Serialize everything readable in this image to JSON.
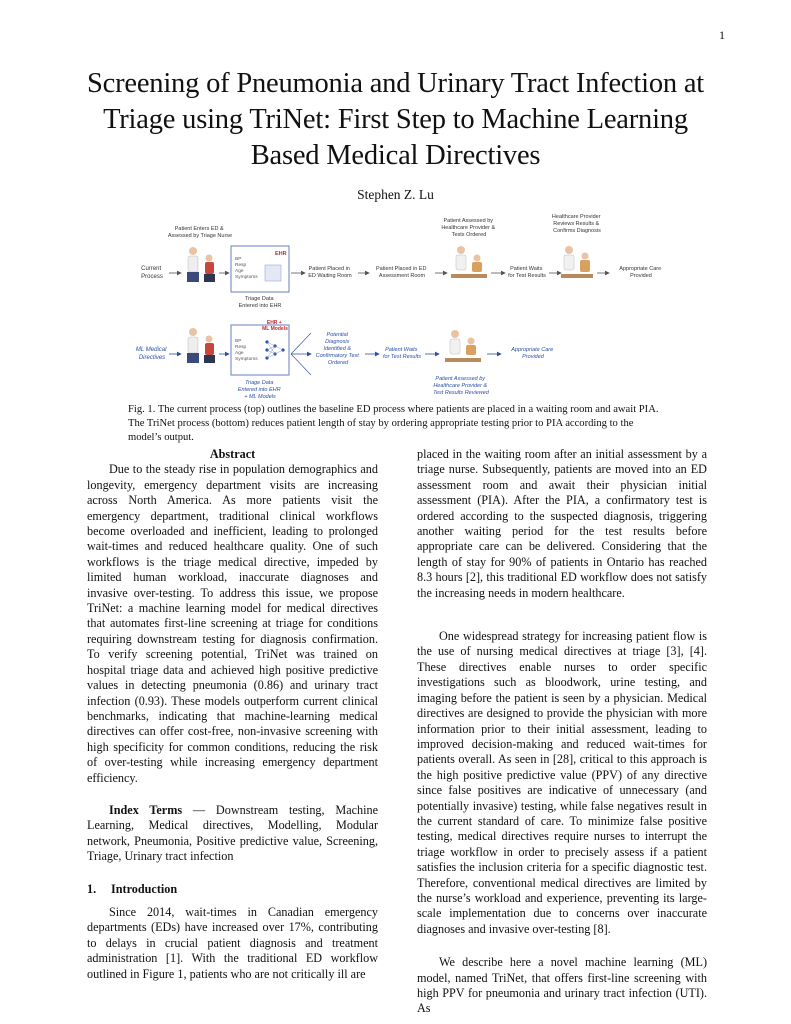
{
  "page_number": "1",
  "title": "Screening of Pneumonia and Urinary Tract Infection at Triage using TriNet: First Step to Machine Learning Based Medical Directives",
  "author": "Stephen Z. Lu",
  "figure": {
    "top": {
      "row_label": [
        "Current",
        "Process"
      ],
      "enter_label": [
        "Patient Enters ED &",
        "Assessed by Triage Nurse"
      ],
      "ehr_tag": "EHR",
      "vitals": [
        "BP",
        "Resp",
        "Age",
        "Symptoms"
      ],
      "triage_label": [
        "Triage Data",
        "Entered into EHR"
      ],
      "waiting_room": [
        "Patient Placed in",
        "ED Waiting Room"
      ],
      "assessment_room": [
        "Patient Placed in ED",
        "Assessment Room"
      ],
      "assessed_label": [
        "Patient Assessed by",
        "Healthcare Provider &",
        "Tests Ordered"
      ],
      "waits": [
        "Patient Waits",
        "for Test Results"
      ],
      "reviews_label": [
        "Healthcare Provider",
        "Reviews Results &",
        "Confirms Diagnosis"
      ],
      "care": [
        "Appropriate Care",
        "Provided"
      ]
    },
    "bottom": {
      "row_label": [
        "ML Medical",
        "Directives"
      ],
      "ehr_tag": [
        "EHR +",
        "ML Models"
      ],
      "vitals": [
        "BP",
        "Resp",
        "Age",
        "Symptoms"
      ],
      "triage_label": [
        "Triage Data",
        "Entered into EHR",
        "+ ML Models"
      ],
      "potential": [
        "Potential",
        "Diagnosis",
        "Identified &",
        "Confirmatory Test",
        "Ordered"
      ],
      "waits": [
        "Patient Waits",
        "for Test Results"
      ],
      "assessed_label": [
        "Patient Assessed by",
        "Healthcare Provider &",
        "Test Results Reviewed"
      ],
      "care": [
        "Appropriate Care",
        "Provided"
      ]
    },
    "colors": {
      "blue_text": "#2b4fa8",
      "red_tag": "#c0282f",
      "arrow": "#555555"
    }
  },
  "caption": "Fig. 1. The current process (top) outlines the baseline ED process where patients are placed in a waiting room and await PIA. The TriNet process (bottom) reduces patient length of stay by ordering appropriate testing prior to PIA according to the model’s output.",
  "abstract": {
    "heading": "Abstract",
    "text": "Due to the steady rise in population demographics and longevity, emergency department visits are increasing across North America. As more patients visit the emergency department, traditional clinical workflows become overloaded and inefficient, leading to prolonged wait-times and reduced healthcare quality. One of such workflows is the triage medical directive, impeded by limited human workload, inaccurate diagnoses and invasive over-testing. To address this issue, we propose TriNet: a machine learning model for medical directives that automates first-line screening at triage for conditions requiring downstream testing for diagnosis confirmation. To verify screening potential, TriNet was trained on hospital triage data and achieved high positive predictive values in detecting pneumonia (0.86) and urinary tract infection (0.93). These models outperform current clinical benchmarks, indicating that machine-learning medical directives can offer cost-free, non-invasive screening with high specificity for common conditions, reducing the risk of over-testing while increasing emergency department efficiency."
  },
  "index_terms": {
    "label": "Index Terms",
    "text": " — Downstream testing, Machine Learning, Medical directives, Modelling, Modular network, Pneumonia, Positive predictive value, Screening, Triage, Urinary tract infection"
  },
  "introduction": {
    "number": "1.",
    "heading": "Introduction",
    "p1": "Since 2014, wait-times in Canadian emergency departments (EDs) have increased over 17%, contributing to delays in crucial patient diagnosis and treatment administration [1]. With the traditional ED workflow outlined in Figure 1, patients who are not critically ill are"
  },
  "right_column": {
    "p1": "placed in the waiting room after an initial assessment by a triage nurse. Subsequently, patients are moved into an ED assessment room and await their physician initial assessment (PIA). After the PIA, a confirmatory test is ordered according to the suspected diagnosis, triggering another waiting period for the test results before appropriate care can be delivered. Considering that the length of stay for 90% of patients in Ontario has reached 8.3 hours [2], this traditional ED workflow does not satisfy the increasing needs in modern healthcare.",
    "p2": "One widespread strategy for increasing patient flow is the use of nursing medical directives at triage [3], [4]. These directives enable nurses to order specific investigations such as bloodwork, urine testing, and imaging before the patient is seen by a physician. Medical directives are designed to provide the physician with more information prior to their initial assessment, leading to improved decision-making and reduced wait-times for patients overall. As seen in [28], critical to this approach is the high positive predictive value (PPV) of any directive since false positives are indicative of unnecessary (and potentially invasive) testing, while false negatives result in the current standard of care. To minimize false positive testing, medical directives require nurses to interrupt the triage workflow in order to precisely assess if a patient satisfies the inclusion criteria for a specific diagnostic test. Therefore, conventional medical directives are limited by the nurse’s workload and experience, preventing its large-scale implementation due to concerns over inaccurate diagnoses and invasive over-testing [8].",
    "p3": "We describe here a novel machine learning (ML) model, named TriNet, that offers first-line screening with high PPV for pneumonia and urinary tract infection (UTI). As"
  }
}
